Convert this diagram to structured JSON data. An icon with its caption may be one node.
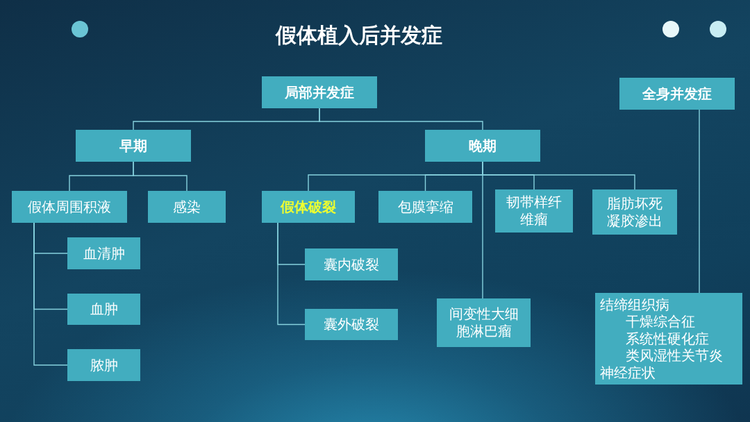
{
  "diagram": {
    "title": "假体植入后并发症",
    "nodes": [
      {
        "text": [
          "局部并发症"
        ]
      },
      {
        "text": [
          "全身并发症"
        ]
      },
      {
        "text": [
          "早期"
        ]
      },
      {
        "text": [
          "晚期"
        ]
      },
      {
        "text": [
          "假体周围积液"
        ]
      },
      {
        "text": [
          "感染"
        ]
      },
      {
        "text": [
          "假体破裂"
        ]
      },
      {
        "text": [
          "包膜挛缩"
        ]
      },
      {
        "text": [
          "韧带样纤维瘤"
        ]
      },
      {
        "text": [
          "脂肪坏死凝胶渗出"
        ]
      },
      {
        "text": [
          "血清肿"
        ]
      },
      {
        "text": [
          "血肿"
        ]
      },
      {
        "text": [
          "脓肿"
        ]
      },
      {
        "text": [
          "囊内破裂"
        ]
      },
      {
        "text": [
          "囊外破裂"
        ]
      },
      {
        "text": [
          "间变性大细胞淋巴瘤"
        ]
      },
      {
        "text": [
          "结缔组织病",
          "干燥综合征",
          "系统性硬化症",
          "类风湿性关节炎",
          "神经症状"
        ]
      }
    ],
    "edges": [
      {
        "from": 0,
        "to": 2,
        "arrow": "none"
      },
      {
        "from": 0,
        "to": 3,
        "arrow": "none"
      },
      {
        "from": 2,
        "to": 4,
        "arrow": "none"
      },
      {
        "from": 2,
        "to": 5,
        "arrow": "none"
      },
      {
        "from": 3,
        "to": 6,
        "arrow": "none"
      },
      {
        "from": 3,
        "to": 7,
        "arrow": "none"
      },
      {
        "from": 3,
        "to": 8,
        "arrow": "none"
      },
      {
        "from": 3,
        "to": 9,
        "arrow": "none"
      },
      {
        "from": 3,
        "to": 15,
        "arrow": "none"
      },
      {
        "from": 4,
        "to": 10,
        "arrow": "none"
      },
      {
        "from": 4,
        "to": 11,
        "arrow": "none"
      },
      {
        "from": 4,
        "to": 12,
        "arrow": "none"
      },
      {
        "from": 6,
        "to": 13,
        "arrow": "none"
      },
      {
        "from": 6,
        "to": 14,
        "arrow": "none"
      },
      {
        "from": 1,
        "to": 16,
        "arrow": "none"
      }
    ]
  }
}
